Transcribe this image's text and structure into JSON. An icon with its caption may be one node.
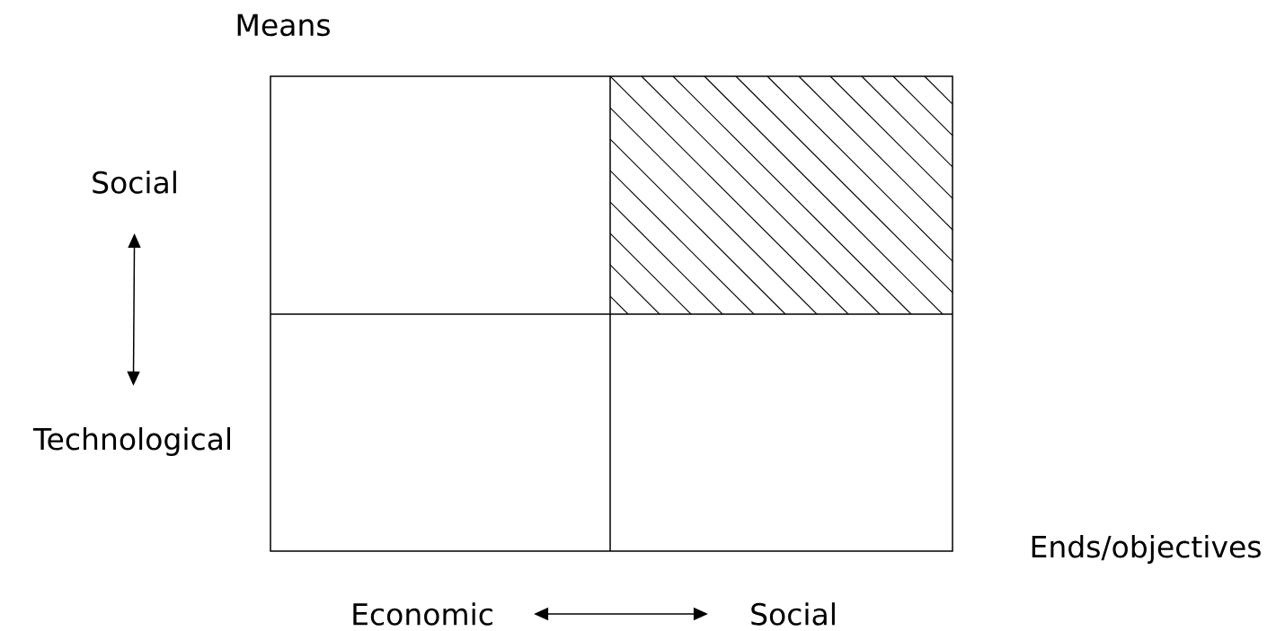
{
  "diagram": {
    "nodes": [
      {
        "text": [
          "Social"
        ]
      },
      {
        "text": [
          "Technological"
        ]
      },
      {
        "text": [
          "Economic"
        ]
      },
      {
        "text": [
          "Social"
        ]
      }
    ],
    "edges": [
      {
        "from": 0,
        "to": 1,
        "arrow": "both"
      },
      {
        "from": 2,
        "to": 3,
        "arrow": "both"
      }
    ],
    "labels": [
      "Means",
      "Ends/objectives"
    ]
  }
}
